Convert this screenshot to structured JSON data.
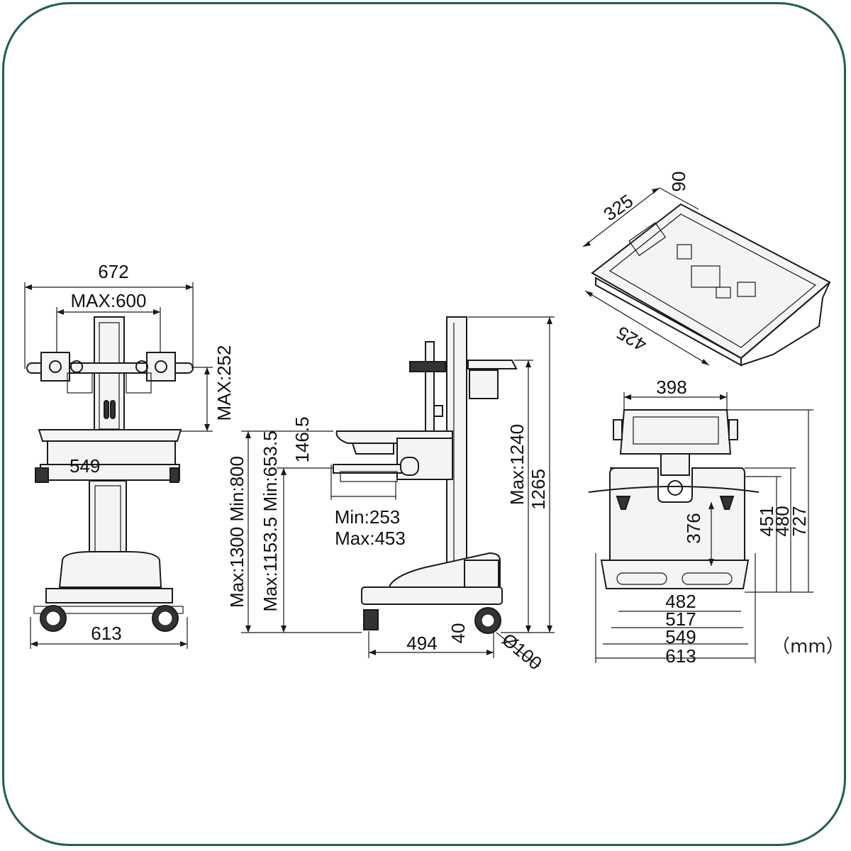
{
  "front_view": {
    "overall_width": "672",
    "monitor_max_width": "MAX:600",
    "monitor_max_height": "MAX:252",
    "base_width": "613",
    "tray_label": "549"
  },
  "side_view": {
    "height_range_overall": "Max:1300 Min:800",
    "height_range_tray": "Max:1153.5 Min:653.5",
    "keyboard_drop": "146.5",
    "keyboard_depth_min": "Min:253",
    "keyboard_depth_max": "Max:453",
    "base_depth": "494",
    "wheel_height": "40",
    "wheel_diameter": "Ø100",
    "column_max": "Max:1240",
    "total_height": "1265"
  },
  "iso_view": {
    "depth": "325",
    "height": "90",
    "width": "425"
  },
  "top_view": {
    "drawer_width": "398",
    "dim_376": "376",
    "dim_451": "451",
    "dim_480": "480",
    "dim_727": "727",
    "dim_482": "482",
    "dim_517": "517",
    "dim_549": "549",
    "dim_613": "613"
  },
  "unit": "（mm）"
}
